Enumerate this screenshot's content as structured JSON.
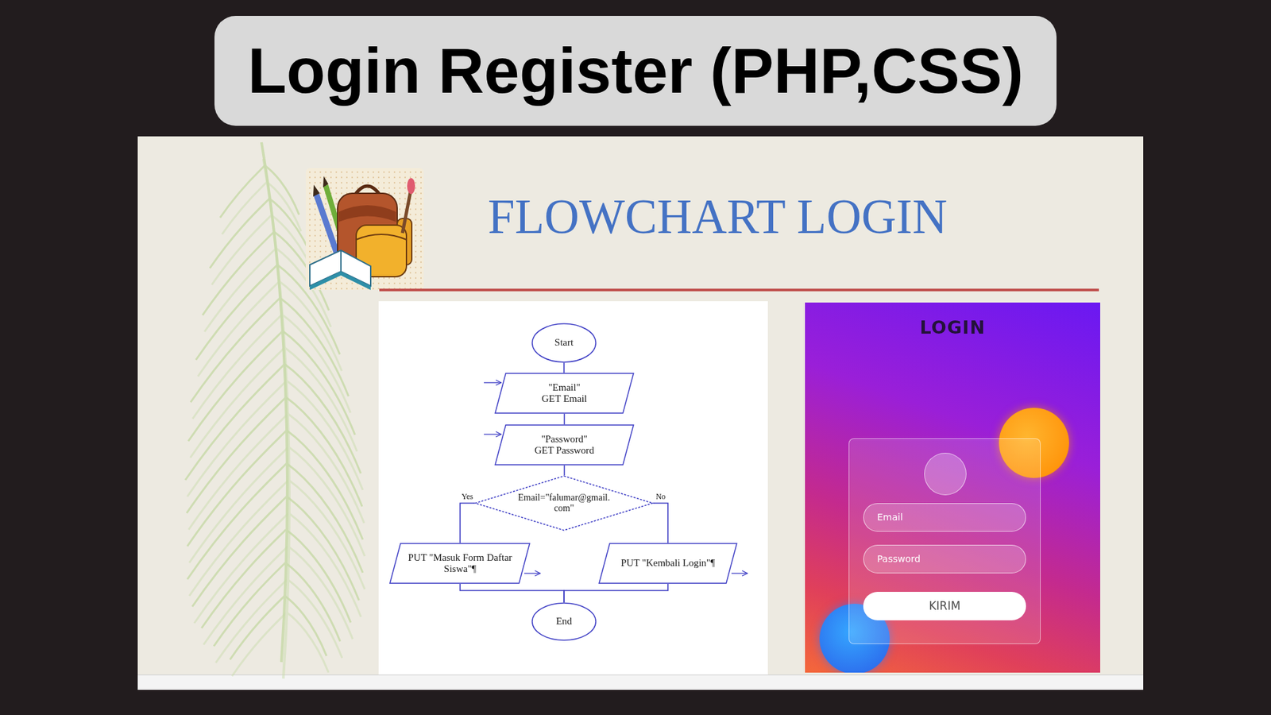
{
  "diagram": {
    "title": "Login Register (PHP,CSS)",
    "nodes": [
      {
        "text": [
          "Start"
        ]
      },
      {
        "text": [
          "\"Email\" GET Email"
        ]
      },
      {
        "text": [
          "\"Password\" GET Password"
        ]
      },
      {
        "text": [
          "Email=\"falumar@gmail. com\""
        ]
      },
      {
        "text": [
          "PUT \"Masuk Form Daftar Siswa\"¶"
        ]
      },
      {
        "text": [
          "PUT \"Kembali Login\"¶"
        ]
      },
      {
        "text": [
          "End"
        ]
      },
      {
        "text": [
          "Email"
        ]
      },
      {
        "text": [
          "Password"
        ]
      },
      {
        "text": [
          "KIRIM"
        ]
      }
    ],
    "edges": [
      {
        "from": 0,
        "to": 1,
        "arrow": "none"
      },
      {
        "from": 1,
        "to": 2,
        "arrow": "none"
      },
      {
        "from": 2,
        "to": 3,
        "arrow": "none"
      },
      {
        "from": 3,
        "to": 4,
        "label": "Yes",
        "arrow": "none"
      },
      {
        "from": 3,
        "to": 5,
        "label": "No",
        "arrow": "none"
      },
      {
        "from": 4,
        "to": 6,
        "arrow": "none"
      },
      {
        "from": 5,
        "to": 6,
        "arrow": "none"
      }
    ],
    "labels": [
      "FLOWCHART LOGIN",
      "LOGIN"
    ]
  }
}
